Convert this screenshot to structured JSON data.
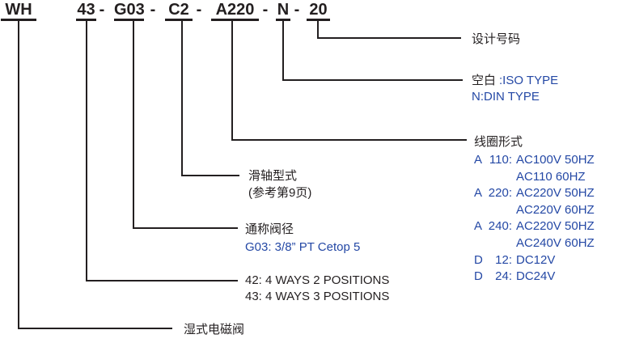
{
  "colors": {
    "ink": "#231f20",
    "blue": "#2448a5",
    "background": "#ffffff"
  },
  "model_code": {
    "prefix": "WH",
    "separator": "-",
    "segments": [
      "43",
      "G03",
      "C2",
      "A220",
      "N",
      "20"
    ]
  },
  "callouts": {
    "design_number": {
      "label": "设计号码"
    },
    "valve_standard": {
      "blank_label": "空白",
      "blank_value": ":ISO TYPE",
      "n_value": "N:DIN TYPE"
    },
    "coil": {
      "title": "线圈形式",
      "options": [
        {
          "letter": "A",
          "num": "110:",
          "values": [
            "AC100V 50HZ",
            "AC110 60HZ"
          ]
        },
        {
          "letter": "A",
          "num": "220:",
          "values": [
            "AC220V 50HZ",
            "AC220V 60HZ"
          ]
        },
        {
          "letter": "A",
          "num": "240:",
          "values": [
            "AC220V 50HZ",
            "AC240V 60HZ"
          ]
        },
        {
          "letter": "D",
          "num": "12:",
          "values": [
            "DC12V"
          ]
        },
        {
          "letter": "D",
          "num": "24:",
          "values": [
            "DC24V"
          ]
        }
      ]
    },
    "spool": {
      "title": "滑轴型式",
      "note": "(参考第9页)"
    },
    "valve_size": {
      "title": "通称阀径",
      "value": "G03: 3/8” PT Cetop 5"
    },
    "ways": {
      "line1": "42: 4 WAYS 2 POSITIONS",
      "line2": "43: 4 WAYS 3 POSITIONS"
    },
    "wet_type": {
      "label": "湿式电磁阀"
    }
  }
}
